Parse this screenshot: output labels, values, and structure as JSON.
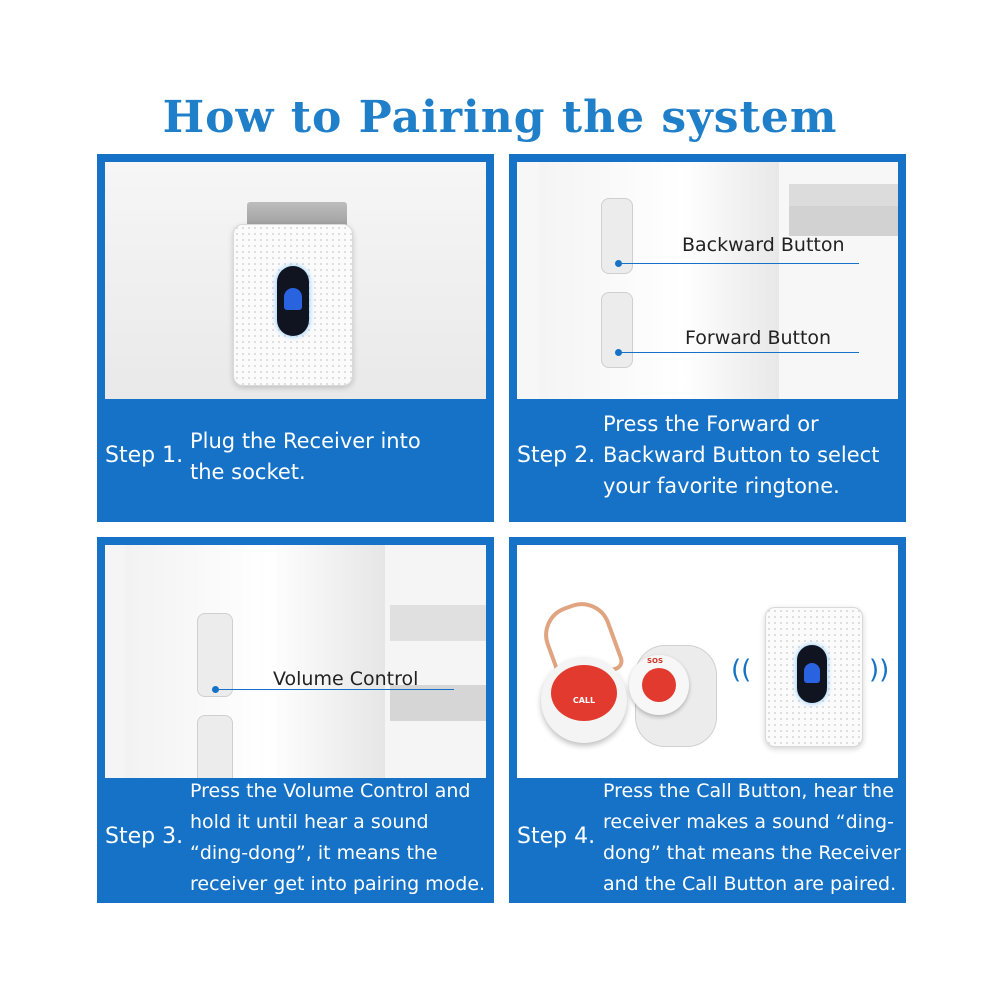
{
  "title": "How to Pairing the system",
  "steps": [
    {
      "step": "Step 1.",
      "lines": [
        "Plug the Receiver into",
        "the socket."
      ]
    },
    {
      "step": "Step 2.",
      "lines": [
        "Press the Forward or",
        "Backward Button to select",
        "your favorite ringtone."
      ],
      "labels": {
        "backward": "Backward Button",
        "forward": "Forward Button"
      }
    },
    {
      "step": "Step 3.",
      "lines": [
        "Press the Volume Control and",
        "hold it until hear a sound",
        "“ding-dong”, it means the",
        "receiver get into pairing mode."
      ],
      "labels": {
        "volume": "Volume Control"
      }
    },
    {
      "step": "Step 4.",
      "lines": [
        "Press the Call Button, hear the",
        "receiver makes a sound  “ding-",
        "dong” that means the Receiver",
        "and the Call Button are paired."
      ],
      "labels": {
        "call": "CALL",
        "sos": "SOS"
      }
    }
  ],
  "colors": {
    "accent": "#1572c6",
    "title": "#1f7fc9",
    "bell": "#2a63e0",
    "call_red": "#e23a2e"
  }
}
